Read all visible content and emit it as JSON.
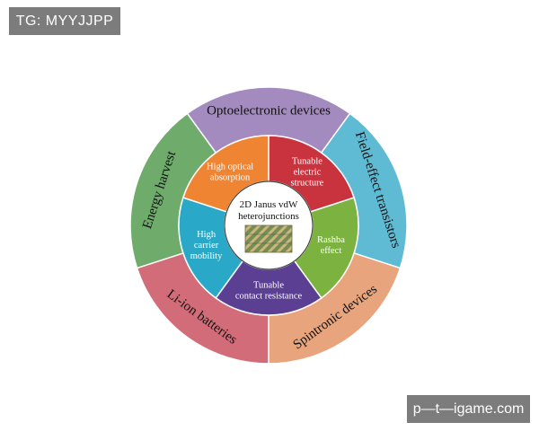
{
  "watermarks": {
    "top_left": "TG: MYYJJPP",
    "bottom_right": "p—t—igame.com"
  },
  "center": {
    "line1": "2D Janus vdW",
    "line2": "heterojunctions"
  },
  "outer_ring": [
    {
      "label": "Optoelectronic devices",
      "color": "#a48bbf"
    },
    {
      "label": "Field-effect transistors",
      "color": "#5fbbd4"
    },
    {
      "label": "Spintronic devices",
      "color": "#e8a57d"
    },
    {
      "label": "Li-ion batteries",
      "color": "#d26c78"
    },
    {
      "label": "Energy harvest",
      "color": "#6fac6c"
    }
  ],
  "inner_ring": [
    {
      "lines": [
        "Tunable",
        "electric",
        "structure"
      ],
      "color": "#c8333e"
    },
    {
      "lines": [
        "Rashba",
        "effect"
      ],
      "color": "#7bb240"
    },
    {
      "lines": [
        "Tunable",
        "contact resistance"
      ],
      "color": "#5b3f93"
    },
    {
      "lines": [
        "High",
        "carrier",
        "mobility"
      ],
      "color": "#2aa8c8"
    },
    {
      "lines": [
        "High optical",
        "absorption"
      ],
      "color": "#ef8532"
    }
  ]
}
